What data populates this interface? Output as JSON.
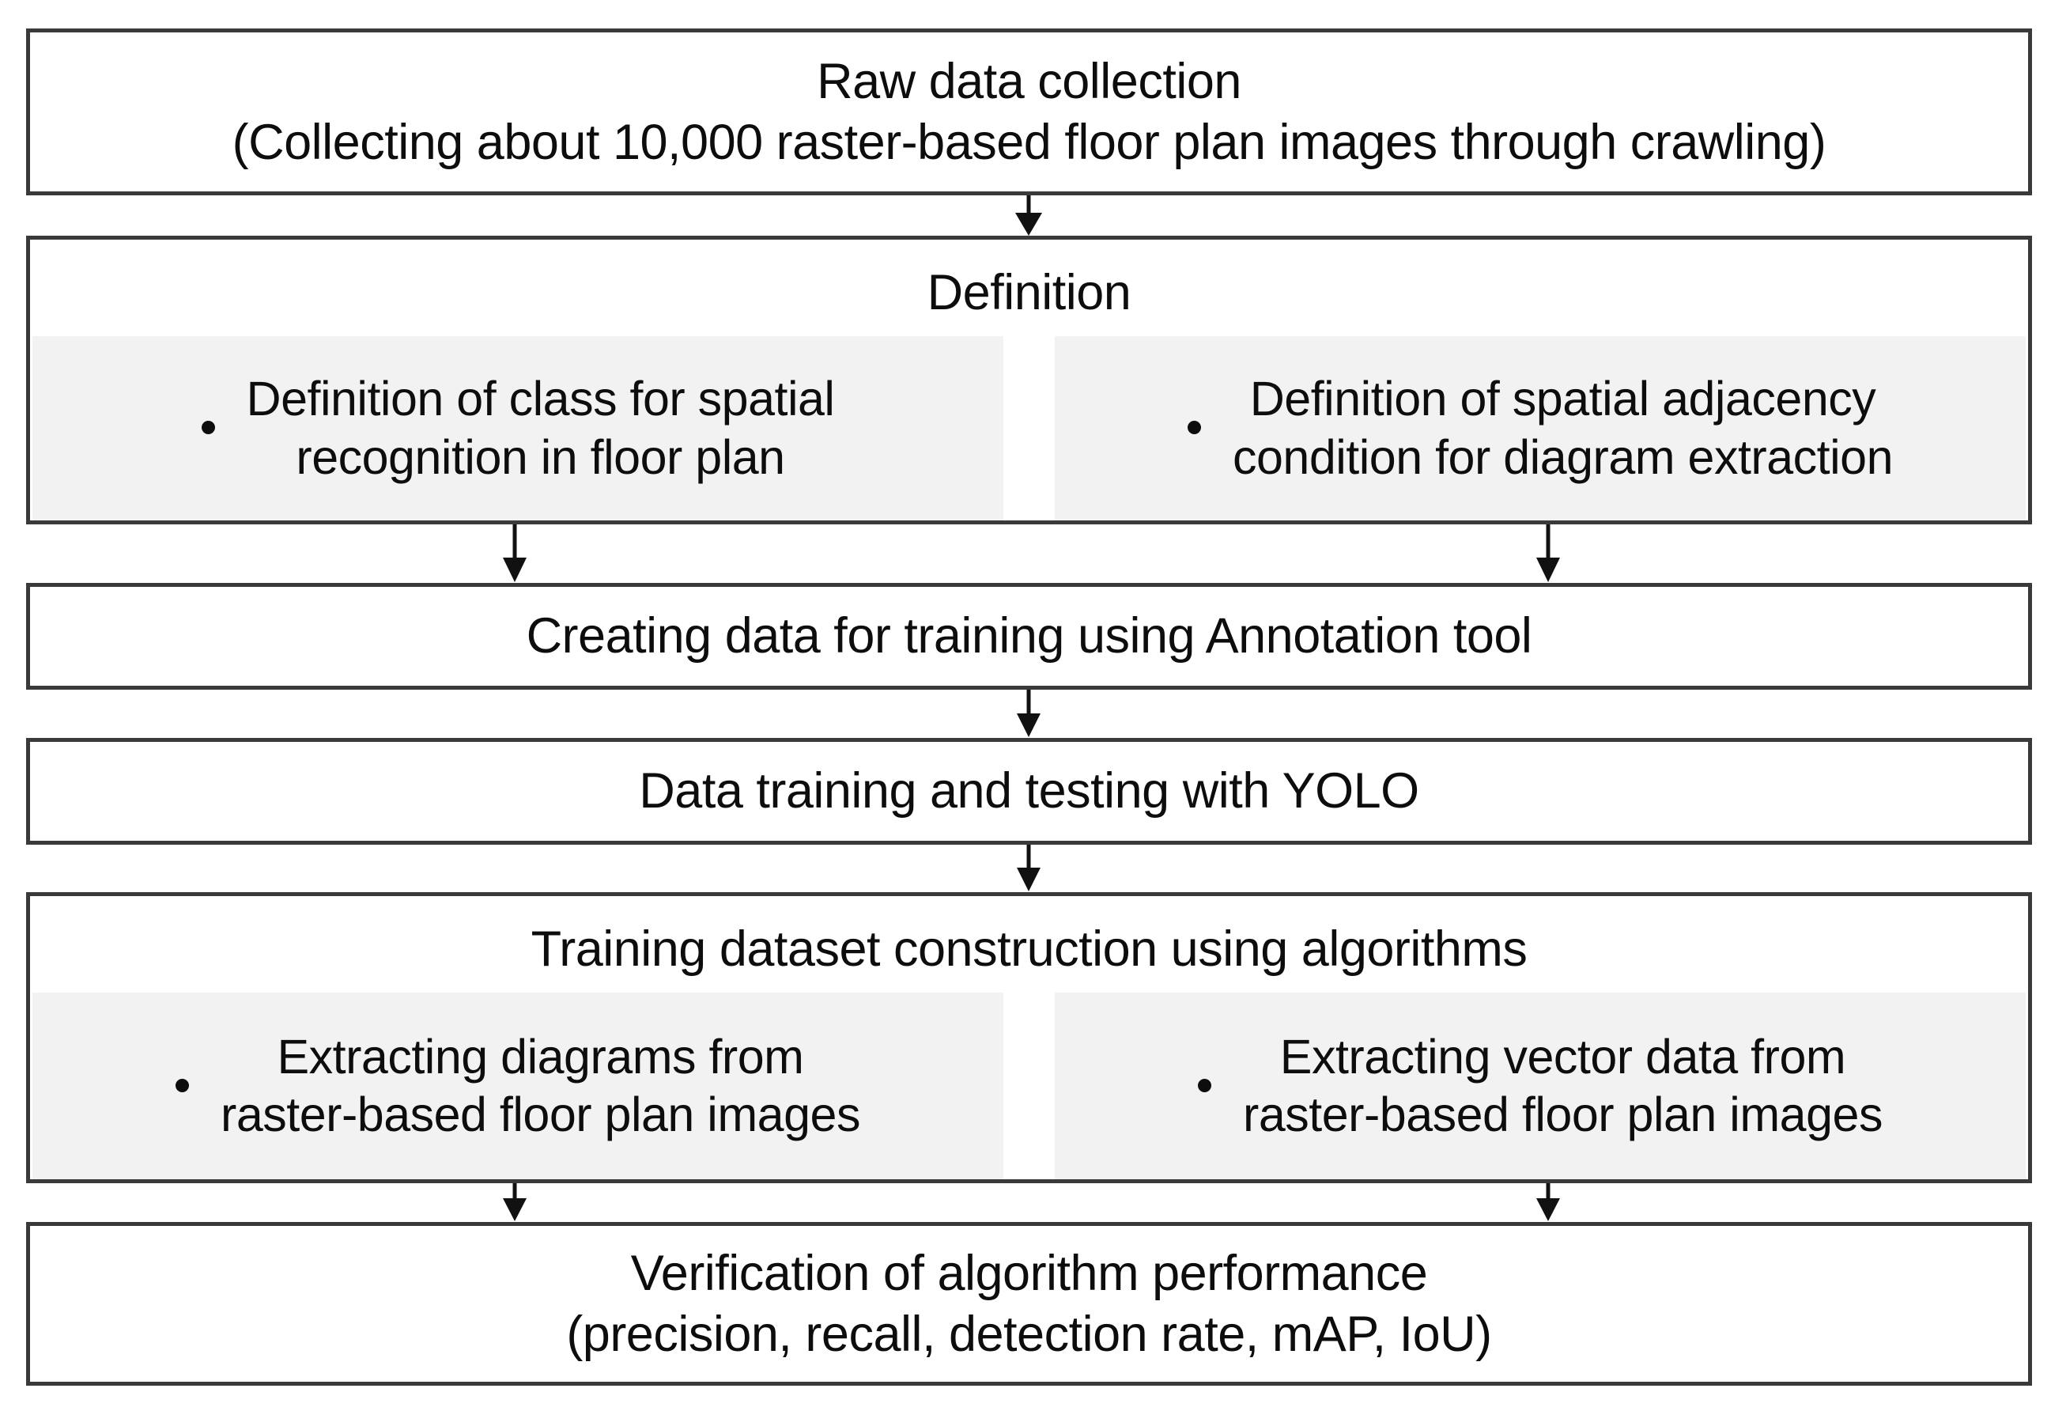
{
  "diagram": {
    "title": "Research workflow flowchart",
    "accent_border_color": "#3a3a3a",
    "panel_fill_color": "#f2f2f2",
    "background_color": "#ffffff",
    "text_color": "#0d0d0d",
    "arrow_color": "#111111"
  },
  "nodes": [
    {
      "id": "raw-data-collection",
      "title": "Raw data collection\n(Collecting about 10,000 raster-based floor plan images through crawling)"
    },
    {
      "id": "definition",
      "title": "Definition",
      "subpanels": [
        {
          "id": "definition-class",
          "text": "Definition of class for spatial\nrecognition in floor plan",
          "bullet": "•"
        },
        {
          "id": "definition-adjacency",
          "text": "Definition of spatial adjacency\ncondition for diagram extraction",
          "bullet": "•"
        }
      ]
    },
    {
      "id": "creating-training-data",
      "title": "Creating data for training using Annotation tool"
    },
    {
      "id": "data-training-testing",
      "title": "Data training and testing with YOLO"
    },
    {
      "id": "training-dataset-construction",
      "title": "Training dataset construction using algorithms",
      "subpanels": [
        {
          "id": "extract-diagrams",
          "text": "Extracting diagrams from\nraster-based floor plan images",
          "bullet": "•"
        },
        {
          "id": "extract-vector-data",
          "text": "Extracting vector data from\nraster-based floor plan images",
          "bullet": "•"
        }
      ]
    },
    {
      "id": "verification",
      "title": "Verification of algorithm performance\n(precision, recall, detection rate, mAP, IoU)"
    }
  ],
  "connectors": [
    {
      "id": "arrow-raw-to-definition",
      "from": "raw-data-collection",
      "to": "definition",
      "kind": "single-down"
    },
    {
      "id": "arrow-definition-left-to-creating",
      "from": "definition-class",
      "to": "creating-training-data",
      "kind": "branch-down-left"
    },
    {
      "id": "arrow-definition-right-to-creating",
      "from": "definition-adjacency",
      "to": "creating-training-data",
      "kind": "branch-down-right"
    },
    {
      "id": "arrow-creating-to-training",
      "from": "creating-training-data",
      "to": "data-training-testing",
      "kind": "single-down"
    },
    {
      "id": "arrow-training-to-construction",
      "from": "data-training-testing",
      "to": "training-dataset-construction",
      "kind": "single-down"
    },
    {
      "id": "arrow-construction-left-to-verification",
      "from": "extract-diagrams",
      "to": "verification",
      "kind": "branch-down-left"
    },
    {
      "id": "arrow-construction-right-to-verification",
      "from": "extract-vector-data",
      "to": "verification",
      "kind": "branch-down-right"
    }
  ]
}
